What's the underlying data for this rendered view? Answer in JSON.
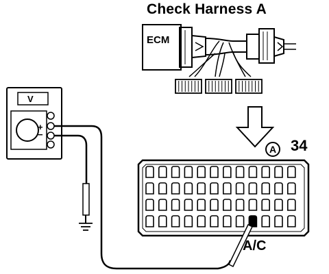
{
  "labels": {
    "title": "Check Harness A",
    "ecm": "ECM",
    "connector_letter": "A",
    "pin_number": "34",
    "probe_label": "A/C",
    "meter_unit": "V",
    "plus_sign": "+",
    "minus_sign": "−"
  },
  "connector": {
    "rows": 4,
    "columns": 12,
    "probed_pin": "34"
  },
  "colors": {
    "ink": "#000000",
    "background": "#ffffff"
  }
}
